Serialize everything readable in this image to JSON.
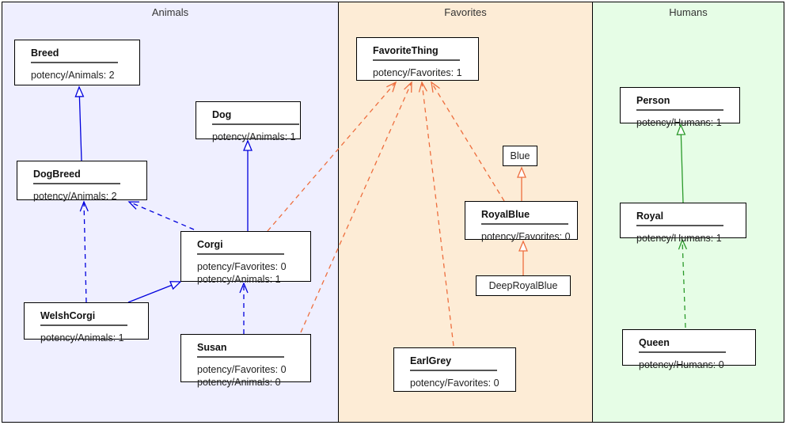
{
  "panels": [
    {
      "id": "animals",
      "title": "Animals"
    },
    {
      "id": "fav",
      "title": "Favorites"
    },
    {
      "id": "humans",
      "title": "Humans"
    }
  ],
  "colors": {
    "animals": "#0000dd",
    "favorites": "#ee6e3e",
    "humans": "#2a9a2a"
  },
  "boxes": {
    "breed": {
      "name": "Breed",
      "attrs": [
        "potency/Animals: 2"
      ]
    },
    "dog": {
      "name": "Dog",
      "attrs": [
        "potency/Animals: 1"
      ]
    },
    "dogbreed": {
      "name": "DogBreed",
      "attrs": [
        "potency/Animals: 2"
      ]
    },
    "corgi": {
      "name": "Corgi",
      "attrs": [
        "potency/Favorites: 0",
        "potency/Animals: 1"
      ]
    },
    "welshcorgi": {
      "name": "WelshCorgi",
      "attrs": [
        "potency/Animals: 1"
      ]
    },
    "susan": {
      "name": "Susan",
      "attrs": [
        "potency/Favorites: 0",
        "potency/Animals: 0"
      ]
    },
    "favoritething": {
      "name": "FavoriteThing",
      "attrs": [
        "potency/Favorites: 1"
      ]
    },
    "blue": {
      "name": "Blue"
    },
    "royalblue": {
      "name": "RoyalBlue",
      "attrs": [
        "potency/Favorites: 0"
      ]
    },
    "deeproyalblue": {
      "name": "DeepRoyalBlue"
    },
    "earlgrey": {
      "name": "EarlGrey",
      "attrs": [
        "potency/Favorites: 0"
      ]
    },
    "person": {
      "name": "Person",
      "attrs": [
        "potency/Humans: 1"
      ]
    },
    "royal": {
      "name": "Royal",
      "attrs": [
        "potency/Humans: 1"
      ]
    },
    "queen": {
      "name": "Queen",
      "attrs": [
        "potency/Humans: 0"
      ]
    }
  }
}
